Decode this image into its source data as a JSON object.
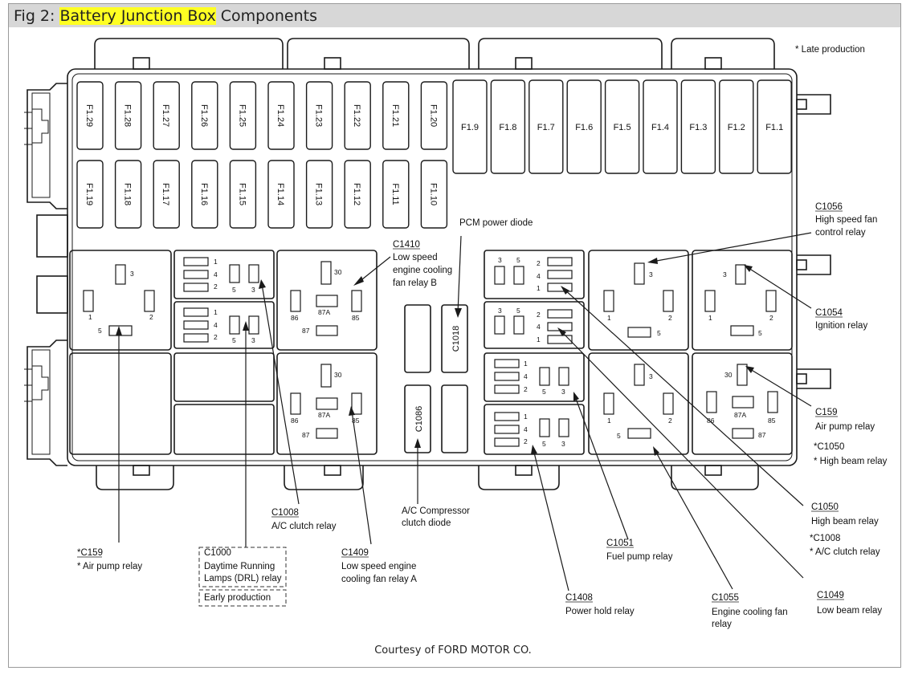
{
  "figure": {
    "title_prefix": "Fig 2: ",
    "title_highlight": "Battery Junction Box",
    "title_suffix": " Components",
    "courtesy": "Courtesy of FORD MOTOR CO.",
    "highlight_color": "#ffff22"
  },
  "fuses": {
    "row1_vertical": [
      "F1.29",
      "F1.28",
      "F1.27",
      "F1.26",
      "F1.25",
      "F1.24",
      "F1.23",
      "F1.22",
      "F1.21",
      "F1.20"
    ],
    "row1_horizontal": [
      "F1.9",
      "F1.8",
      "F1.7",
      "F1.6",
      "F1.5",
      "F1.4",
      "F1.3",
      "F1.2",
      "F1.1"
    ],
    "row2_vertical": [
      "F1.19",
      "F1.18",
      "F1.17",
      "F1.16",
      "F1.15",
      "F1.14",
      "F1.13",
      "F1.12",
      "F1.11",
      "F1.10"
    ]
  },
  "pins": {
    "p1": "1",
    "p2": "2",
    "p3": "3",
    "p4": "4",
    "p5": "5",
    "p30": "30",
    "p85": "85",
    "p86": "86",
    "p87": "87",
    "p87a": "87A"
  },
  "diodes": {
    "c1018": "C1018",
    "c1086": "C1086"
  },
  "callouts": {
    "late_production": "* Late production",
    "c1410": {
      "id": "C1410",
      "l1": "Low speed",
      "l2": "engine cooling",
      "l3": "fan relay B"
    },
    "pcm": {
      "l1": "PCM power diode"
    },
    "c1056": {
      "id": "C1056",
      "l1": "High speed fan",
      "l2": "control relay"
    },
    "c1054": {
      "id": "C1054",
      "l1": "Ignition relay"
    },
    "c159_right": {
      "id": "C159",
      "l1": "Air pump relay"
    },
    "c1050_star": {
      "id": "*C1050",
      "l1": "* High beam relay"
    },
    "c1050": {
      "id": "C1050",
      "l1": "High beam relay"
    },
    "c1008_star": {
      "id": "*C1008",
      "l1": "* A/C clutch relay"
    },
    "c1049": {
      "id": "C1049",
      "l1": "Low beam relay"
    },
    "c1055": {
      "id": "C1055",
      "l1": "Engine cooling fan",
      "l2": "relay"
    },
    "c1408": {
      "id": "C1408",
      "l1": "Power hold relay"
    },
    "c1051": {
      "id": "C1051",
      "l1": "Fuel pump relay"
    },
    "ac_diode": {
      "l1": "A/C Compressor",
      "l2": "clutch diode"
    },
    "c1409": {
      "id": "C1409",
      "l1": "Low speed engine",
      "l2": "cooling fan relay A"
    },
    "c1008": {
      "id": "C1008",
      "l1": "A/C clutch relay"
    },
    "c1000": {
      "id": "C1000",
      "l1": "Daytime Running",
      "l2": "Lamps (DRL) relay",
      "l3": "Early production"
    },
    "c159_left": {
      "id": "*C159",
      "l1": "* Air pump relay"
    }
  }
}
